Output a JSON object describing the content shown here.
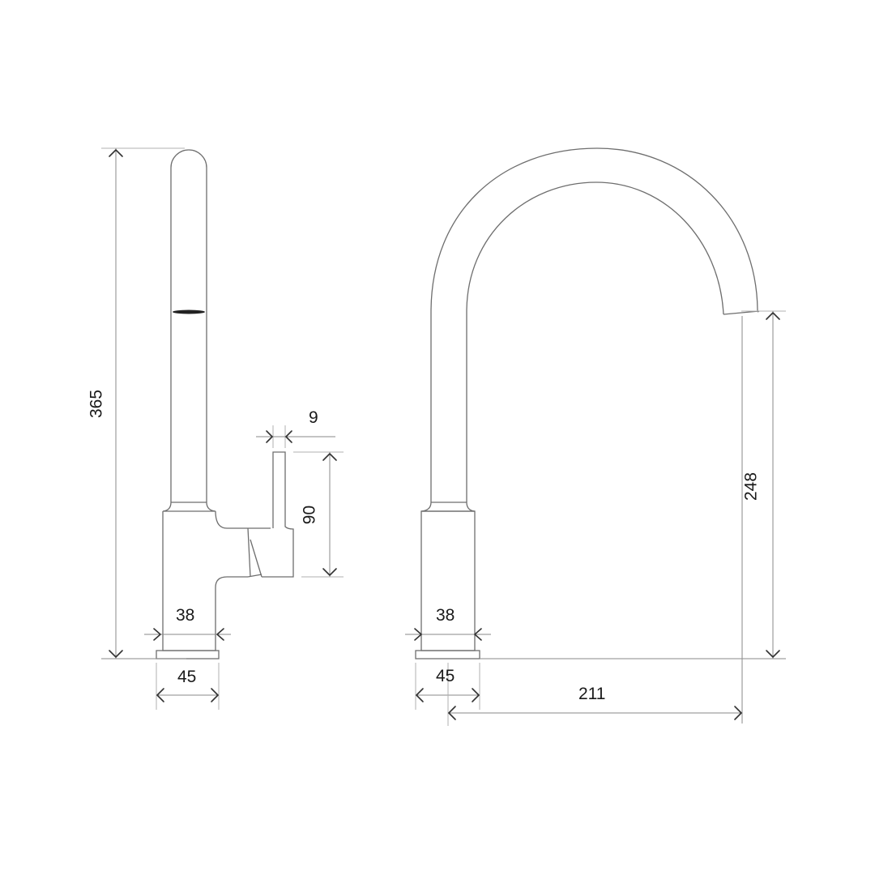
{
  "diagram": {
    "type": "technical-drawing",
    "subject": "Gooseneck kitchen mixer tap - side and front elevations",
    "units": "mm",
    "side_view": {
      "dimensions": {
        "total_height": "365",
        "handle_thickness": "9",
        "handle_height": "90",
        "body_diameter": "38",
        "base_diameter": "45"
      }
    },
    "front_view": {
      "dimensions": {
        "spout_outlet_height": "248",
        "body_diameter": "38",
        "base_diameter": "45",
        "spout_reach": "211"
      }
    }
  }
}
